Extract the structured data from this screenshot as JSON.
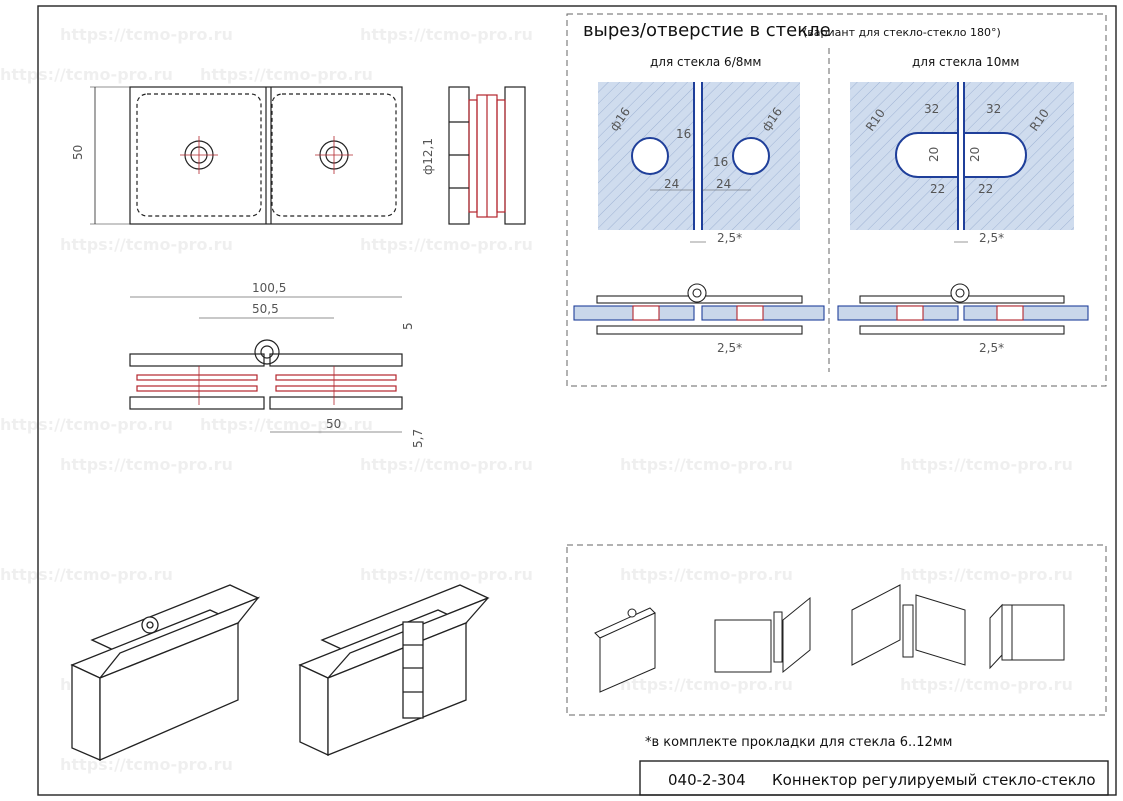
{
  "watermark": "https://tcmo-pro.ru",
  "drawing": {
    "code": "040-2-304",
    "title": "Коннектор регулируемый стекло-стекло",
    "note": "*в комплекте прокладки для стекла 6..12мм"
  },
  "top_views": {
    "height_dim": "50",
    "dia_dim": "ф12,1"
  },
  "side_view": {
    "total_length": "100,5",
    "center_distance": "50,5",
    "plate_length": "50",
    "thickness_top": "5",
    "thickness_bottom": "5,7"
  },
  "cutout": {
    "heading": "вырез/отверстие в стекле",
    "heading_note": "(вариант для стекло-стекло 180°)",
    "glass_6_8": {
      "label": "для стекла 6/8мм",
      "hole_left": "ф16",
      "hole_right": "ф16",
      "offset_a": "16",
      "offset_b": "16",
      "dist_left": "24",
      "dist_right": "24",
      "gap": "2,5*"
    },
    "glass_10": {
      "label": "для стекла 10мм",
      "radius_left": "R10",
      "radius_right": "R10",
      "width_left": "32",
      "width_right": "32",
      "height_left": "20",
      "height_right": "20",
      "dist_left": "22",
      "dist_right": "22",
      "gap": "2,5*"
    },
    "section_gap_left": "2,5*",
    "section_gap_right": "2,5*"
  },
  "colors": {
    "line": "#222222",
    "red": "#b3262d",
    "blue": "#1f3f9a",
    "glass": "#c9d7ea"
  }
}
